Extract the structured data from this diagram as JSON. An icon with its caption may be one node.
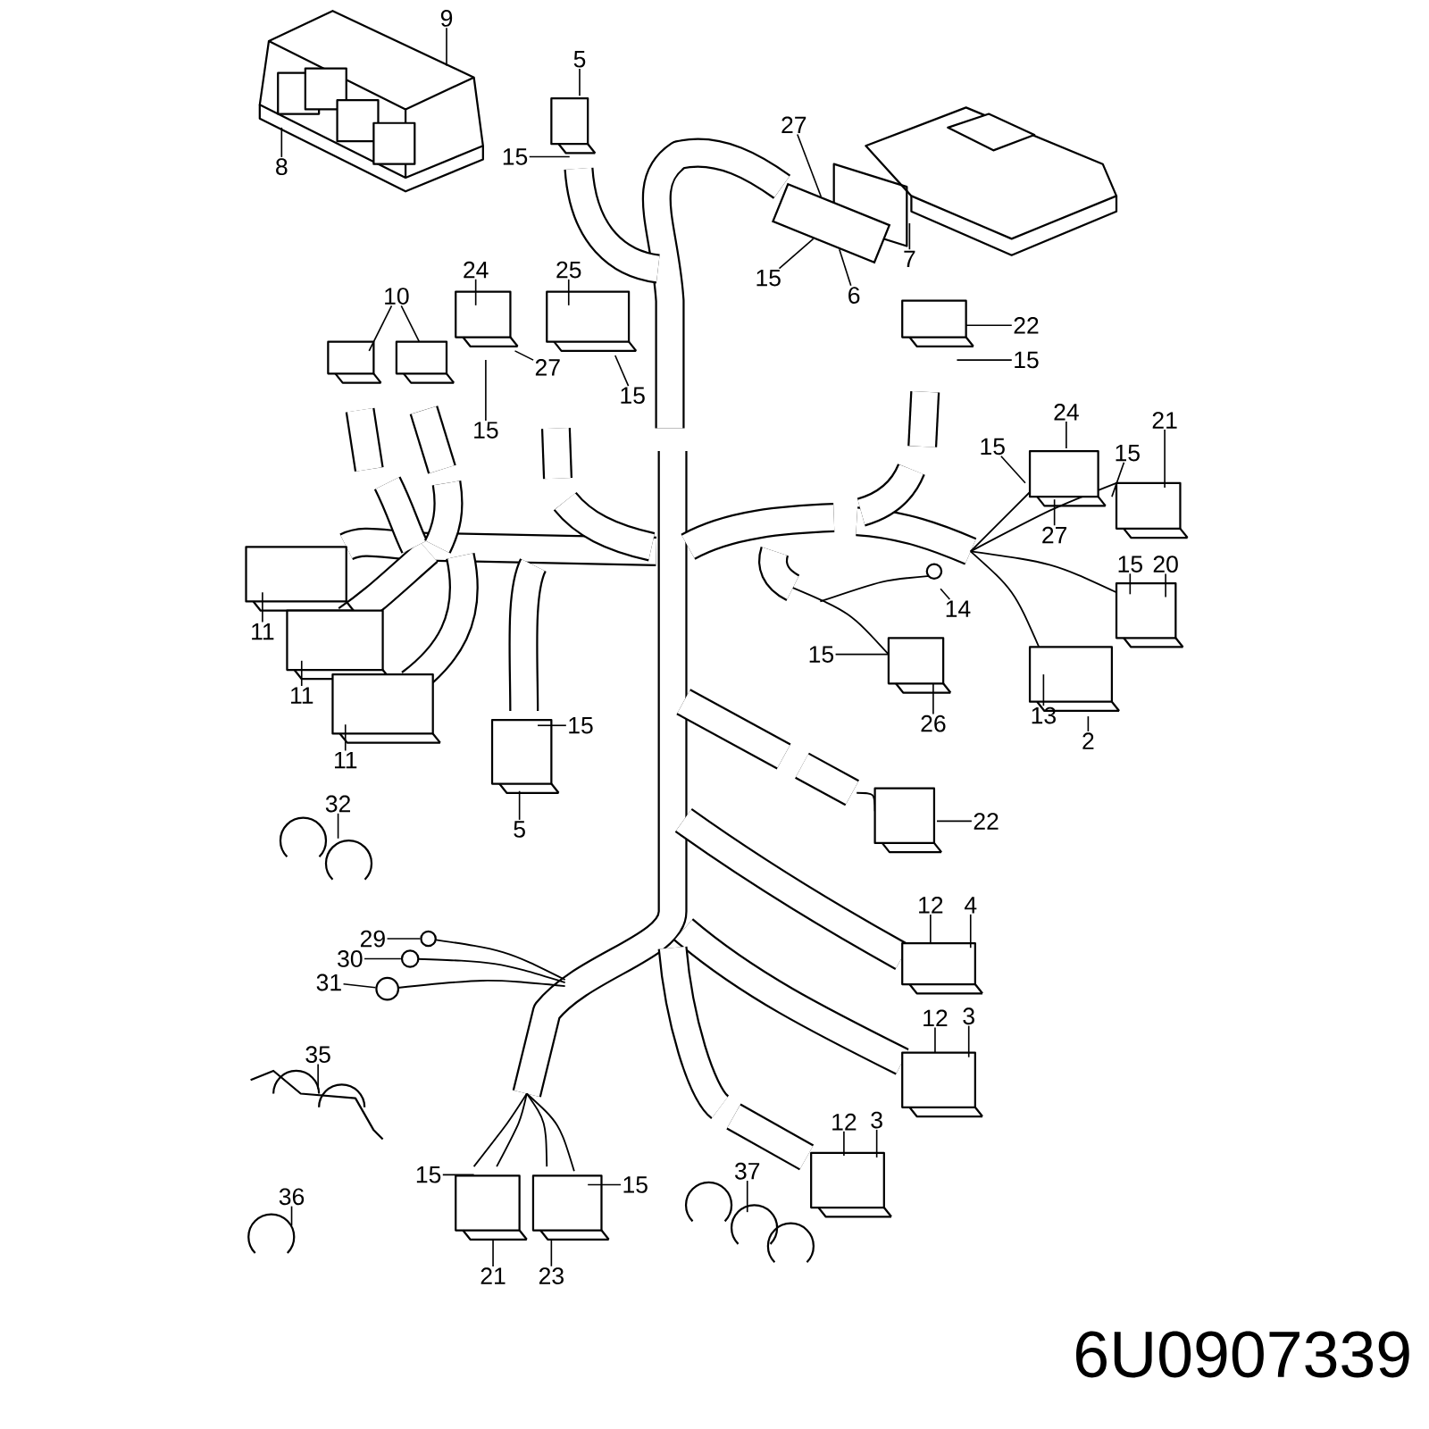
{
  "diagram": {
    "nodes": [
      {
        "text": [
          "9"
        ]
      },
      {
        "text": [
          "8"
        ]
      },
      {
        "text": [
          "5"
        ]
      },
      {
        "text": [
          "15"
        ]
      },
      {
        "text": [
          "27"
        ]
      },
      {
        "text": [
          "15"
        ]
      },
      {
        "text": [
          "6"
        ]
      },
      {
        "text": [
          "7"
        ]
      },
      {
        "text": [
          "10"
        ]
      },
      {
        "text": [
          "24"
        ]
      },
      {
        "text": [
          "25"
        ]
      },
      {
        "text": [
          "27"
        ]
      },
      {
        "text": [
          "15"
        ]
      },
      {
        "text": [
          "15"
        ]
      },
      {
        "text": [
          "22"
        ]
      },
      {
        "text": [
          "15"
        ]
      },
      {
        "text": [
          "24"
        ]
      },
      {
        "text": [
          "21"
        ]
      },
      {
        "text": [
          "15"
        ]
      },
      {
        "text": [
          "15"
        ]
      },
      {
        "text": [
          "27"
        ]
      },
      {
        "text": [
          "15"
        ]
      },
      {
        "text": [
          "20"
        ]
      },
      {
        "text": [
          "14"
        ]
      },
      {
        "text": [
          "15"
        ]
      },
      {
        "text": [
          "26"
        ]
      },
      {
        "text": [
          "13"
        ]
      },
      {
        "text": [
          "2"
        ]
      },
      {
        "text": [
          "11"
        ]
      },
      {
        "text": [
          "11"
        ]
      },
      {
        "text": [
          "11"
        ]
      },
      {
        "text": [
          "15"
        ]
      },
      {
        "text": [
          "5"
        ]
      },
      {
        "text": [
          "22"
        ]
      },
      {
        "text": [
          "32"
        ]
      },
      {
        "text": [
          "12"
        ]
      },
      {
        "text": [
          "4"
        ]
      },
      {
        "text": [
          "29"
        ]
      },
      {
        "text": [
          "30"
        ]
      },
      {
        "text": [
          "31"
        ]
      },
      {
        "text": [
          "12"
        ]
      },
      {
        "text": [
          "3"
        ]
      },
      {
        "text": [
          "35"
        ]
      },
      {
        "text": [
          "12"
        ]
      },
      {
        "text": [
          "3"
        ]
      },
      {
        "text": [
          "15"
        ]
      },
      {
        "text": [
          "15"
        ]
      },
      {
        "text": [
          "37"
        ]
      },
      {
        "text": [
          "36"
        ]
      },
      {
        "text": [
          "21"
        ]
      },
      {
        "text": [
          "23"
        ]
      },
      {
        "text": [],
        "shape": "box"
      },
      {
        "text": [],
        "shape": "circle"
      },
      {
        "text": [],
        "shape": "circle"
      },
      {
        "text": [],
        "shape": "circle"
      }
    ],
    "edges": [
      {
        "from": 0,
        "to": null,
        "arrow": "none"
      },
      {
        "from": 1,
        "to": null,
        "arrow": "none"
      },
      {
        "from": 2,
        "to": null,
        "arrow": "none"
      },
      {
        "from": 3,
        "to": null,
        "arrow": "none"
      },
      {
        "from": 4,
        "to": 51,
        "arrow": "none"
      },
      {
        "from": 5,
        "to": 51,
        "arrow": "none"
      },
      {
        "from": 6,
        "to": 51,
        "arrow": "none"
      },
      {
        "from": 7,
        "to": null,
        "arrow": "none"
      },
      {
        "from": 8,
        "to": null,
        "arrow": "none"
      },
      {
        "from": 8,
        "to": null,
        "arrow": "none"
      },
      {
        "from": 9,
        "to": null,
        "arrow": "none"
      },
      {
        "from": 10,
        "to": null,
        "arrow": "none"
      },
      {
        "from": 11,
        "to": null,
        "arrow": "none"
      },
      {
        "from": 12,
        "to": null,
        "arrow": "none"
      },
      {
        "from": 13,
        "to": null,
        "arrow": "none"
      },
      {
        "from": 14,
        "to": null,
        "arrow": "none"
      },
      {
        "from": 15,
        "to": null,
        "arrow": "none"
      },
      {
        "from": 16,
        "to": null,
        "arrow": "none"
      },
      {
        "from": 17,
        "to": null,
        "arrow": "none"
      },
      {
        "from": 18,
        "to": null,
        "arrow": "none"
      },
      {
        "from": 19,
        "to": null,
        "arrow": "none"
      },
      {
        "from": 20,
        "to": null,
        "arrow": "none"
      },
      {
        "from": 21,
        "to": null,
        "arrow": "none"
      },
      {
        "from": 22,
        "to": null,
        "arrow": "none"
      },
      {
        "from": 23,
        "to": null,
        "arrow": "none"
      },
      {
        "from": 24,
        "to": null,
        "arrow": "none"
      },
      {
        "from": 25,
        "to": null,
        "arrow": "none"
      },
      {
        "from": 26,
        "to": null,
        "arrow": "none"
      },
      {
        "from": 27,
        "to": null,
        "arrow": "none"
      },
      {
        "from": 28,
        "to": null,
        "arrow": "none"
      },
      {
        "from": 29,
        "to": null,
        "arrow": "none"
      },
      {
        "from": 30,
        "to": null,
        "arrow": "none"
      },
      {
        "from": 31,
        "to": null,
        "arrow": "none"
      },
      {
        "from": 32,
        "to": null,
        "arrow": "none"
      },
      {
        "from": 33,
        "to": null,
        "arrow": "none"
      },
      {
        "from": 34,
        "to": null,
        "arrow": "none"
      },
      {
        "from": 35,
        "to": null,
        "arrow": "none"
      },
      {
        "from": 36,
        "to": null,
        "arrow": "none"
      },
      {
        "from": 37,
        "to": 52,
        "arrow": "none"
      },
      {
        "from": 38,
        "to": 53,
        "arrow": "none"
      },
      {
        "from": 39,
        "to": 54,
        "arrow": "none"
      },
      {
        "from": 40,
        "to": null,
        "arrow": "none"
      },
      {
        "from": 41,
        "to": null,
        "arrow": "none"
      },
      {
        "from": 42,
        "to": null,
        "arrow": "none"
      },
      {
        "from": 43,
        "to": null,
        "arrow": "none"
      },
      {
        "from": 44,
        "to": null,
        "arrow": "none"
      },
      {
        "from": 45,
        "to": null,
        "arrow": "none"
      },
      {
        "from": 46,
        "to": null,
        "arrow": "none"
      },
      {
        "from": 47,
        "to": null,
        "arrow": "none"
      },
      {
        "from": 48,
        "to": null,
        "arrow": "none"
      },
      {
        "from": 49,
        "to": null,
        "arrow": "none"
      },
      {
        "from": 50,
        "to": null,
        "arrow": "none"
      }
    ],
    "labels": [
      "6U0907339"
    ]
  }
}
